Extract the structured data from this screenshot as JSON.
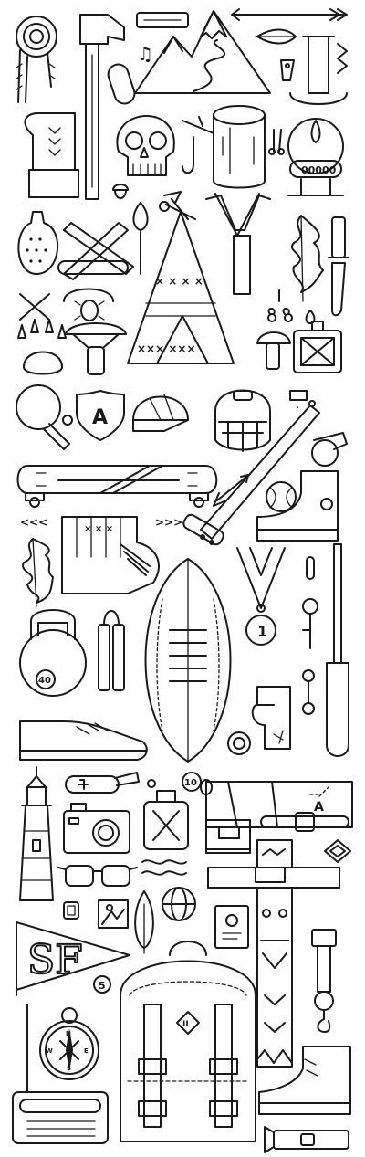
{
  "labels": {
    "badge_letter": "A",
    "kettlebell_weight": "40",
    "medal_number": "1",
    "lamp_counter": "00000",
    "badge_ten": "10",
    "pennant_text": "SF",
    "badge_five": "5",
    "backpack_mark": "II",
    "compass_n": "N",
    "compass_s": "S",
    "compass_e": "E",
    "compass_w": "W",
    "chevrons_left": "<<<",
    "chevrons_right": ">>>",
    "music_note": "♫"
  },
  "colors": {
    "ink": "#1a1a1a",
    "background": "#ffffff"
  }
}
